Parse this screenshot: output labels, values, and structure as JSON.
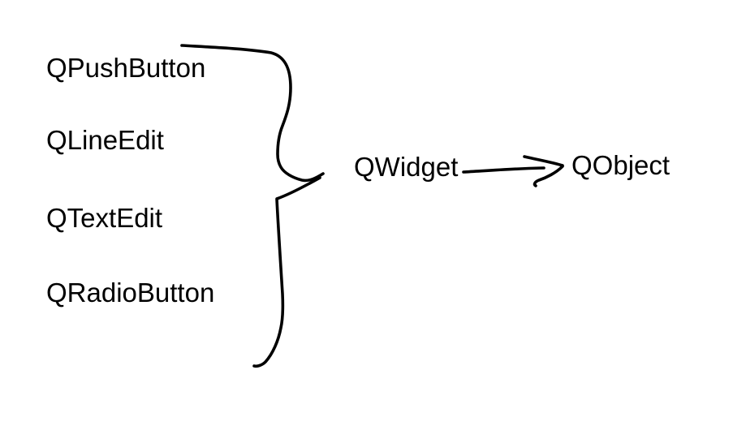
{
  "page": {
    "background_color": "#ffffff",
    "ink_color": "#000000"
  },
  "diagram": {
    "subclasses": [
      {
        "label": "QPushButton"
      },
      {
        "label": "QLineEdit"
      },
      {
        "label": "QTextEdit"
      },
      {
        "label": "QRadioButton"
      }
    ],
    "parent_class": {
      "label": "QWidget"
    },
    "root_class": {
      "label": "QObject"
    }
  }
}
